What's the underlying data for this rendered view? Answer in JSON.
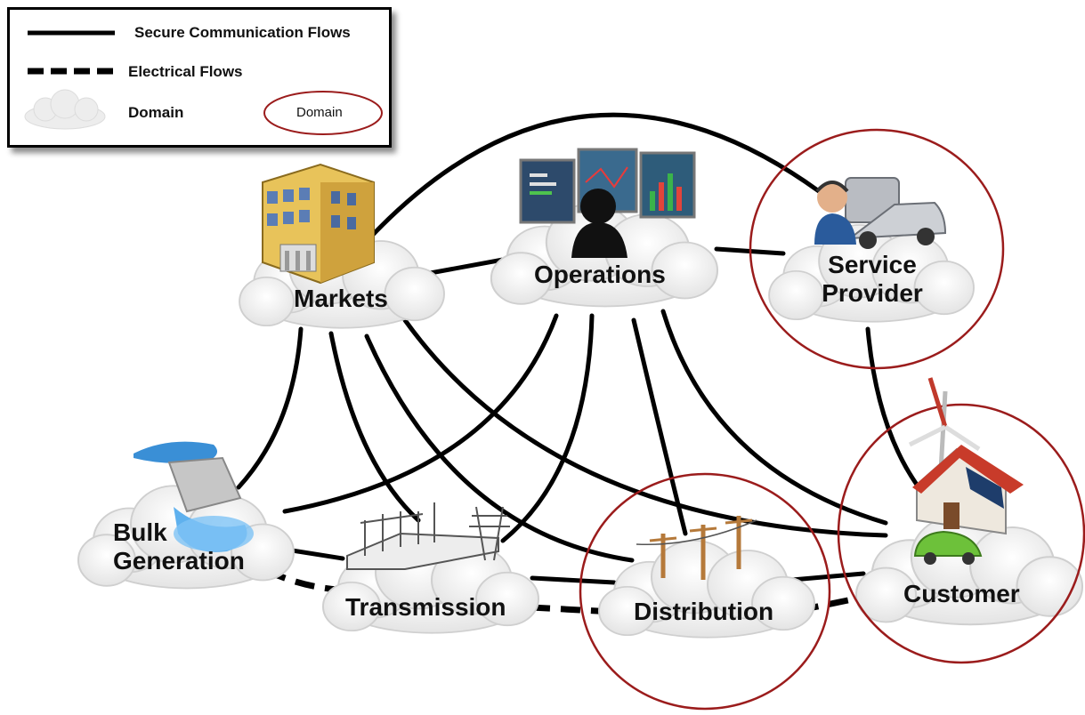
{
  "legend": {
    "secure_label": "Secure Communication Flows",
    "electrical_label": "Electrical Flows",
    "domain_label": "Domain",
    "domain_oval_label": "Domain"
  },
  "nodes": {
    "markets": "Markets",
    "operations": "Operations",
    "service_provider_line1": "Service",
    "service_provider_line2": "Provider",
    "bulk_generation_line1": "Bulk",
    "bulk_generation_line2": "Generation",
    "transmission": "Transmission",
    "distribution": "Distribution",
    "customer": "Customer"
  },
  "colors": {
    "secure_flow": "#000000",
    "domain_ring": "#9b1c1c",
    "cloud_fill": "#f2f2f2",
    "cloud_edge": "#c8c8c8"
  },
  "icons": {
    "markets": "building-icon",
    "operations": "control-room-icon",
    "service_provider": "technician-truck-icon",
    "bulk_generation": "dam-icon",
    "transmission": "substation-icon",
    "distribution": "utility-pole-icon",
    "customer": "house-wind-solar-icon"
  }
}
